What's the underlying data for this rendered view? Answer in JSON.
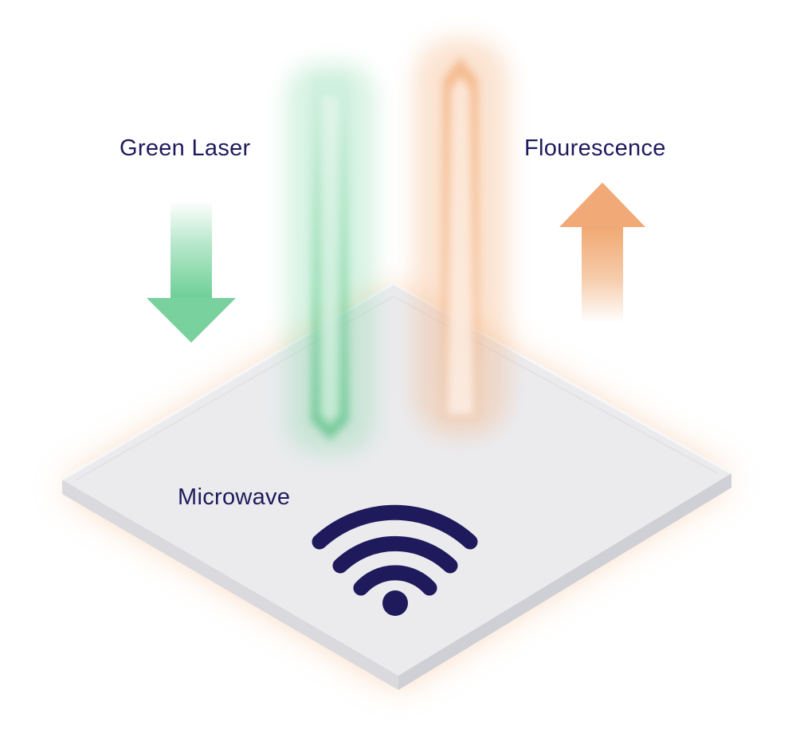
{
  "labels": {
    "green_laser": "Green Laser",
    "fluorescence": "Flourescence",
    "microwave": "Microwave"
  },
  "icons": {
    "down_arrow": "arrow-down-icon",
    "up_arrow": "arrow-up-icon",
    "microwave": "wifi-icon"
  },
  "colors": {
    "text": "#1f1a5c",
    "green_beam": "#5cc98a",
    "orange_beam": "#f0a46a",
    "glow": "#f7c9a0",
    "slab_top": "#ececef",
    "slab_edge": "#d8d8de",
    "wifi": "#1f1a5c"
  }
}
